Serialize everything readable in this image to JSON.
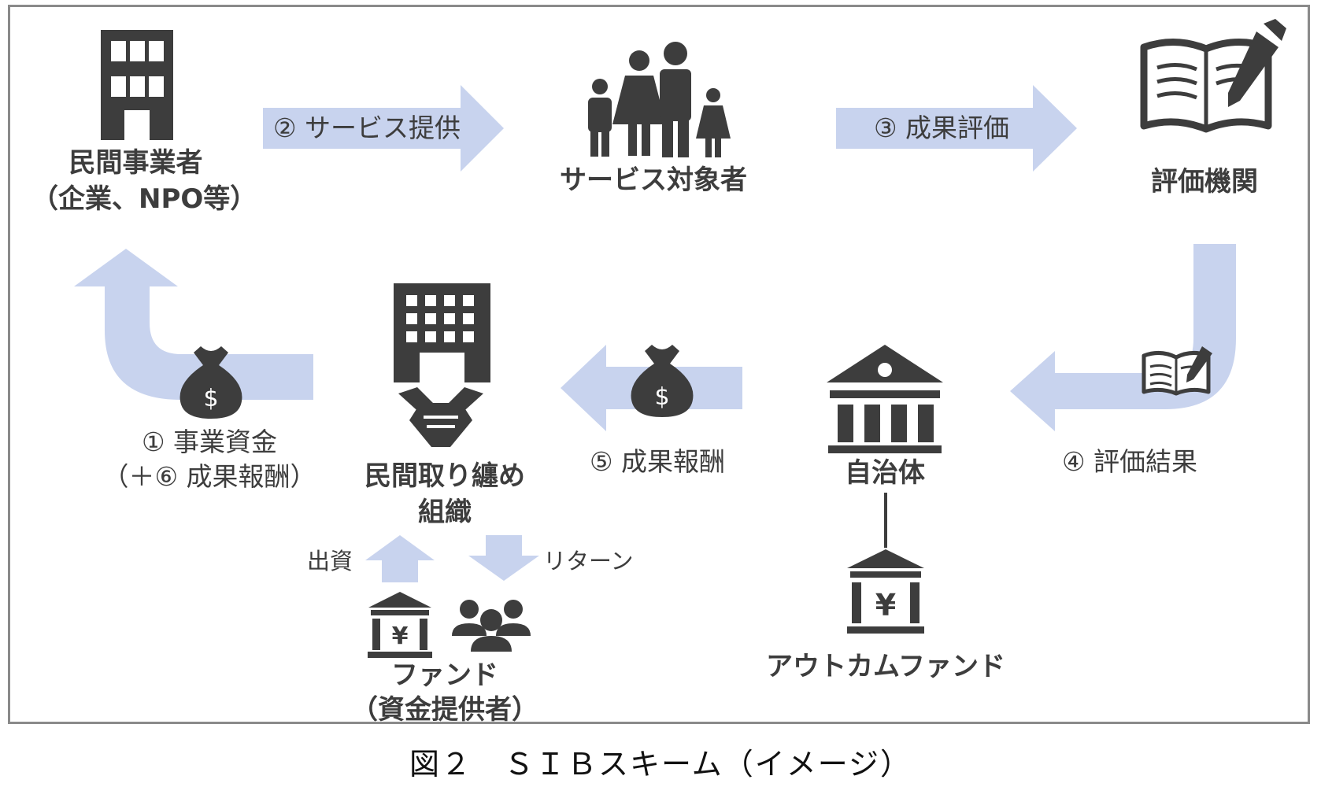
{
  "nodes": {
    "private_operator": {
      "line1": "民間事業者",
      "line2": "（企業、NPO等）"
    },
    "service_target": {
      "label": "サービス対象者"
    },
    "evaluator": {
      "label": "評価機関"
    },
    "intermediary": {
      "line1": "民間取り纏め",
      "line2": "組織"
    },
    "municipality": {
      "label": "自治体"
    },
    "outcome_fund": {
      "label": "アウトカムファンド"
    },
    "fund": {
      "line1": "ファンド",
      "line2": "（資金提供者）"
    }
  },
  "flows": {
    "step1": {
      "line1": "① 事業資金",
      "line2": "（＋⑥ 成果報酬）"
    },
    "step2": "② サービス提供",
    "step3": "③ 成果評価",
    "step4": "④ 評価結果",
    "step5": "⑤ 成果報酬",
    "investment": "出資",
    "return": "リターン"
  },
  "icons": {
    "money_bag": "$",
    "yen": "¥"
  },
  "colors": {
    "arrow": "#c8d3ee",
    "icon": "#3d3d3d",
    "frame": "#8a8a8a"
  },
  "caption": "図２　ＳＩＢスキーム（イメージ）"
}
